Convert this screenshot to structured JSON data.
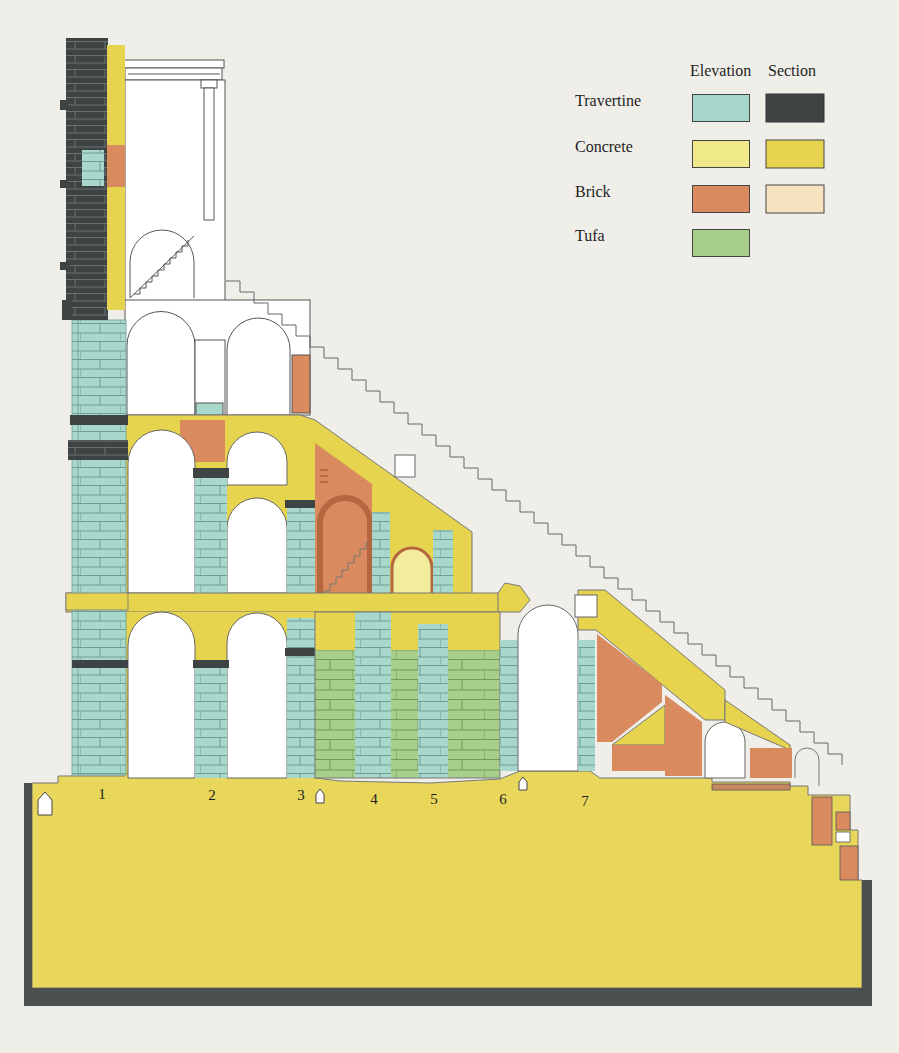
{
  "diagram": {
    "labels": [
      "Elevation",
      "Section",
      "1",
      "2",
      "3",
      "4",
      "5",
      "6",
      "7"
    ],
    "legend": [
      {
        "text": "Travertine",
        "color": "#a8d8cb"
      },
      {
        "text": "Concrete",
        "color": "#f0e98a"
      },
      {
        "text": "Brick",
        "color": "#d98a5e"
      },
      {
        "text": "Tufa",
        "color": "#a7cf8b"
      }
    ]
  }
}
